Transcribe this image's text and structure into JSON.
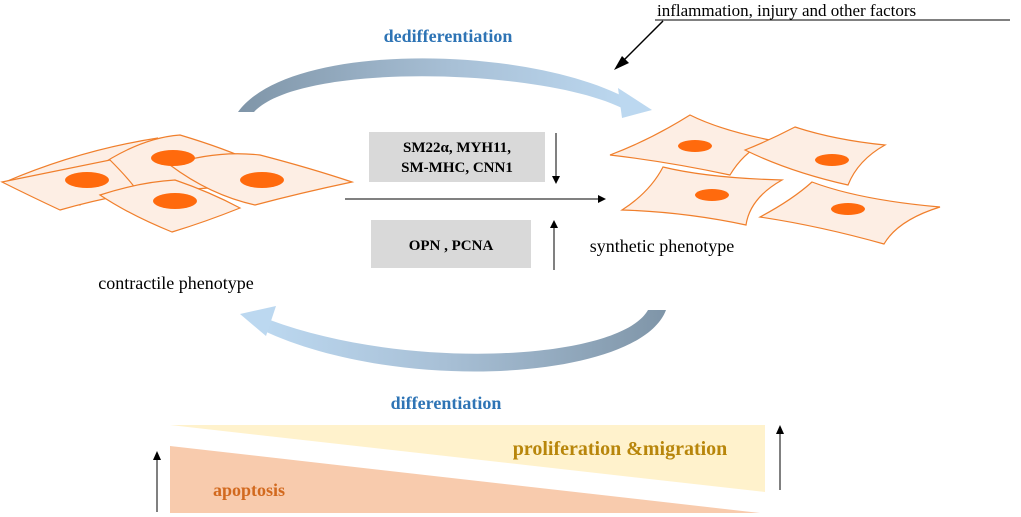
{
  "labels": {
    "dedifferentiation": "dedifferentiation",
    "differentiation": "differentiation",
    "contractile": "contractile phenotype",
    "synthetic": "synthetic phenotype",
    "factors": "inflammation, injury and other factors",
    "markers_down_line1": "SM22α, MYH11,",
    "markers_down_line2": "SM-MHC, CNN1",
    "markers_up": "OPN , PCNA",
    "proliferation": "proliferation &migration",
    "apoptosis": "apoptosis"
  },
  "colors": {
    "cell_fill": "#fdeee4",
    "cell_stroke": "#f07f2c",
    "nucleus": "#ff6a0d",
    "arrow_dark": "#7f95a8",
    "arrow_light": "#b7d3ec",
    "marker_box": "#d9d9d9",
    "proliferation_wedge": "#fff2cc",
    "apoptosis_wedge": "#f8cbad",
    "text_blue": "#2e74b5",
    "text_gold": "#b8860b",
    "text_orange": "#d2691e"
  },
  "icons": [
    "arrow-down-icon",
    "arrow-up-icon",
    "arrow-right-icon"
  ]
}
